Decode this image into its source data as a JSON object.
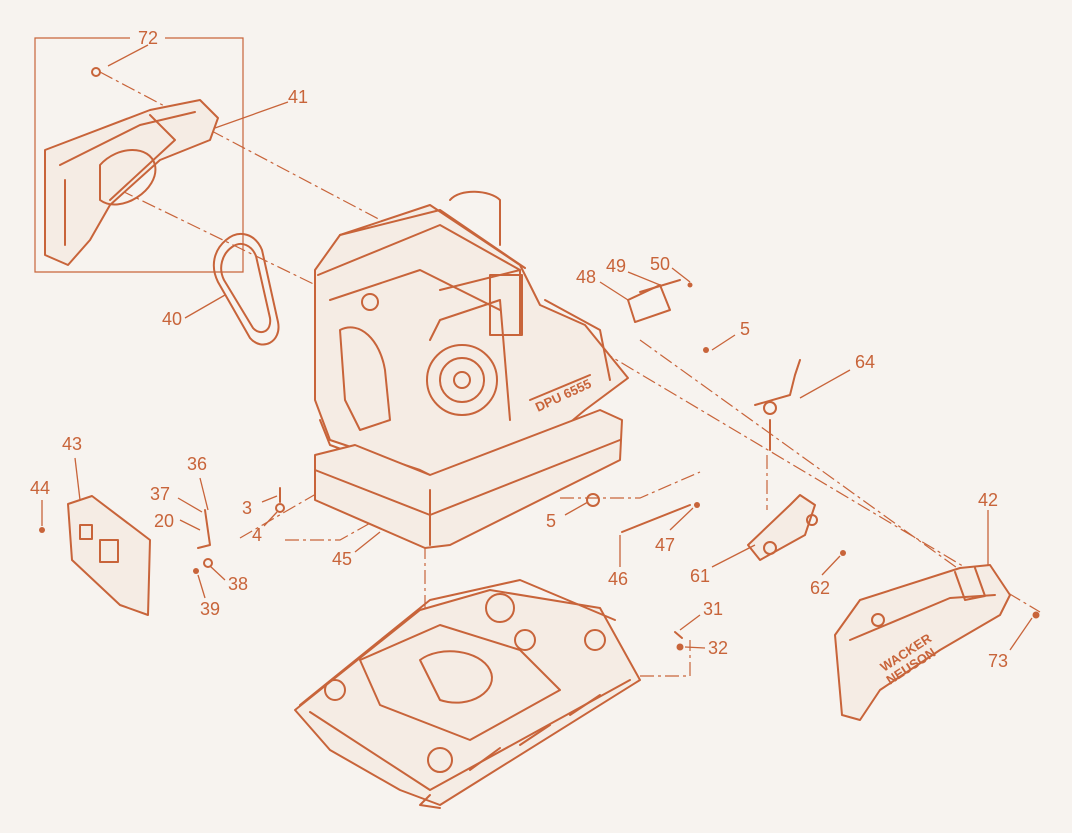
{
  "colors": {
    "line": "#c8643a",
    "background": "#f7f3ef",
    "fill": "#f5ece4"
  },
  "labels": {
    "p72": "72",
    "p41": "41",
    "p40": "40",
    "p48": "48",
    "p49": "49",
    "p50": "50",
    "p5a": "5",
    "p64": "64",
    "p43": "43",
    "p44": "44",
    "p36": "36",
    "p37": "37",
    "p20": "20",
    "p3": "3",
    "p4": "4",
    "p38": "38",
    "p39": "39",
    "p45": "45",
    "p5b": "5",
    "p47": "47",
    "p46": "46",
    "p61": "61",
    "p62": "62",
    "p42": "42",
    "p31": "31",
    "p32": "32",
    "p73": "73"
  },
  "branding": {
    "line1": "WACKER",
    "line2": "NEUSON",
    "plate_mark": "DPU 6555"
  }
}
